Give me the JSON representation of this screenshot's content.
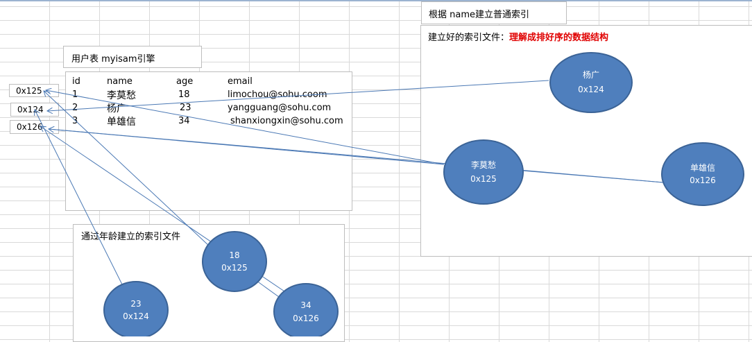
{
  "user_table": {
    "title": "用户表    myisam引擎",
    "headers": [
      "id",
      "name",
      "age",
      "email"
    ],
    "rows": [
      [
        "1",
        "李莫愁",
        "18",
        "limochou@sohu.coom"
      ],
      [
        "2",
        "杨广",
        "23",
        "yangguang@sohu.com"
      ],
      [
        "3",
        "单雄信",
        "34",
        "shanxiongxin@sohu.com"
      ]
    ]
  },
  "addresses": [
    "0x125",
    "0x124",
    "0x126"
  ],
  "name_index": {
    "title": "根据 name建立普通索引",
    "subtitle_prefix": "建立好的索引文件：",
    "subtitle_highlight": "理解成排好序的数据结构",
    "nodes": [
      {
        "label": "杨广",
        "addr": "0x124"
      },
      {
        "label": "李莫愁",
        "addr": "0x125"
      },
      {
        "label": "单雄信",
        "addr": "0x126"
      }
    ]
  },
  "age_index": {
    "title": "通过年龄建立的索引文件",
    "nodes": [
      {
        "label": "18",
        "addr": "0x125"
      },
      {
        "label": "23",
        "addr": "0x124"
      },
      {
        "label": "34",
        "addr": "0x126"
      }
    ]
  },
  "colors": {
    "node_fill": "#4f7fbd",
    "node_stroke": "#3b6396",
    "line": "#4a78b4",
    "highlight": "#e00000"
  }
}
